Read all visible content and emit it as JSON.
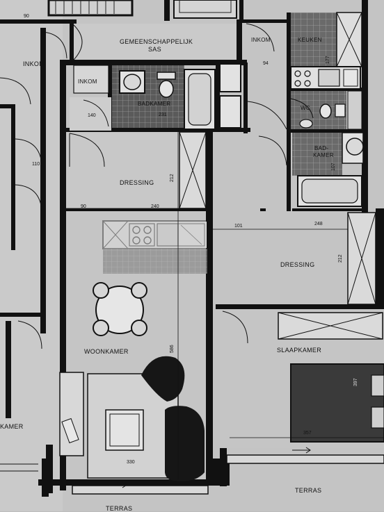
{
  "rooms": {
    "gemeenschappelijk": "GEMEENSCHAPPELIJK",
    "sas": "SAS",
    "inkom_left": "INKOM",
    "inkom_small": "INKOM",
    "inkom_right": "INKOM",
    "badkamer": "BADKAMER",
    "keuken": "KEUKEN",
    "wc": "WC",
    "bad": "BAD-",
    "kamer": "KAMER",
    "dressing_left": "DRESSING",
    "dressing_right": "DRESSING",
    "woonkamer": "WOONKAMER",
    "slaapkamer": "SLAAPKAMER",
    "kamer_left": "KAMER",
    "terras_right": "TERRAS",
    "terras_bottom": "TERRAS"
  },
  "dimensions": {
    "d90_top": "90",
    "d94": "94",
    "d140": "140",
    "d231": "231",
    "d110": "110",
    "d212_left": "212",
    "d90": "90",
    "d240": "240",
    "d101": "101",
    "d248": "248",
    "d212_right": "212",
    "d586": "586",
    "d330": "330",
    "d357": "357",
    "d397": "397",
    "d107": "107",
    "d177": "177"
  },
  "colors": {
    "paper": "#bdbdbd",
    "wall": "#111111",
    "tile": "#5a5a5a",
    "tile_grid": "#9a9a9a",
    "bed": "#3a3a3a"
  }
}
